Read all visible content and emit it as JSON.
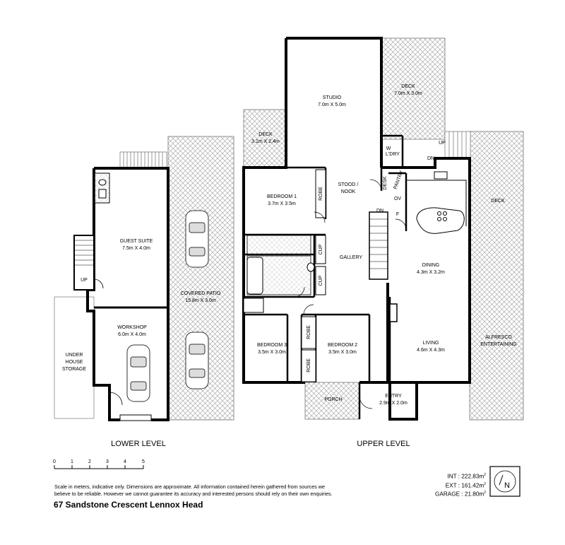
{
  "plan": {
    "levels": {
      "lower": "LOWER LEVEL",
      "upper": "UPPER LEVEL"
    },
    "rooms": {
      "studio": {
        "name": "STUDIO",
        "size": "7.0m X 5.0m"
      },
      "deck_studio": {
        "name": "DECK",
        "size": "7.0m X 3.0m"
      },
      "deck_small": {
        "name": "DECK",
        "size": "3.1m X 2.4m"
      },
      "deck_main": {
        "name": "DECK"
      },
      "bedroom1": {
        "name": "BEDROOM 1",
        "size": "3.7m X 3.5m"
      },
      "stood_nook": {
        "line1": "STOOD /",
        "line2": "NOOK"
      },
      "gallery": {
        "name": "GALLERY"
      },
      "dining": {
        "name": "DINING",
        "size": "4.3m X 3.2m"
      },
      "living": {
        "name": "LIVING",
        "size": "4.6m X 4.3m"
      },
      "alfresco": {
        "line1": "ALFRESCO",
        "line2": "ENTERTAINING"
      },
      "bedroom3": {
        "name": "BEDROOM 3",
        "size": "3.5m X 3.0m"
      },
      "bedroom2": {
        "name": "BEDROOM 2",
        "size": "3.5m X 3.0m"
      },
      "porch": {
        "name": "PORCH"
      },
      "entry": {
        "name": "ENTRY",
        "size": "2.9m X 2.0m"
      },
      "guest_suite": {
        "name": "GUEST SUITE",
        "size": "7.5m X 4.0m"
      },
      "workshop": {
        "name": "WORKSHOP",
        "size": "6.0m X 4.0m"
      },
      "covered_patio": {
        "name": "COVERED PATIO",
        "size": "15.8m X 3.0m"
      },
      "under_house": {
        "line1": "UNDER",
        "line2": "HOUSE",
        "line3": "STORAGE"
      }
    },
    "fixtures": {
      "robe": "ROBE",
      "cup": "CUP",
      "desk": "DESK",
      "pantry": "PANTRY",
      "ov": "OV",
      "f": "F",
      "w": "W",
      "ldry": "L'DRY",
      "up": "UP",
      "dn": "DN"
    }
  },
  "scale": {
    "ticks": [
      "0",
      "1",
      "2",
      "3",
      "4",
      "5"
    ]
  },
  "disclaimer": {
    "line1": "Scale in meters, indicative only. Dimensions are approximate. All information contained herein gathered from sources we",
    "line2": "believe to be reliable. However we cannot guarantee its accuracy and interested persons should rely on their own enquiries."
  },
  "areas": {
    "int": "INT : 222.83m",
    "ext": "EXT : 161.42m",
    "garage": "GARAGE : 21.80m",
    "unit_power": "2"
  },
  "compass": {
    "letter": "N"
  },
  "address": "67 Sandstone Crescent Lennox Head",
  "colors": {
    "hatch": "#9a9a9a",
    "wall": "#000000",
    "tile": "#bdbdbd"
  }
}
